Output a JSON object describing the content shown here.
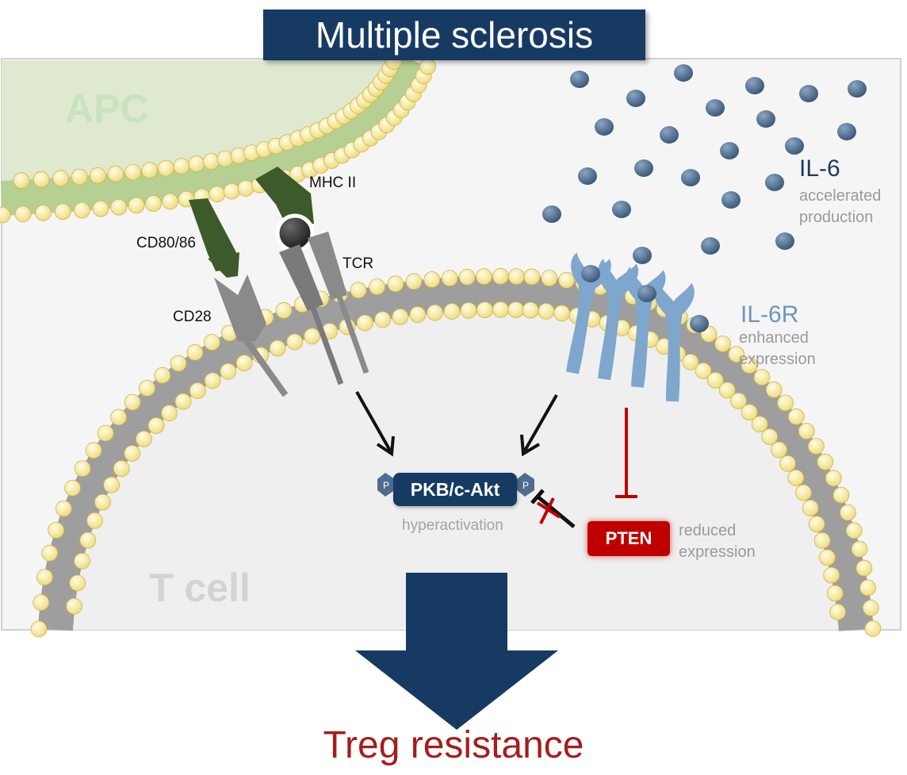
{
  "title": "Multiple sclerosis",
  "cells": {
    "apc": "APC",
    "tcell": "T cell"
  },
  "molecules": {
    "mhc": "MHC II",
    "cd80": "CD80/86",
    "tcr": "TCR",
    "cd28": "CD28",
    "il6": "IL-6",
    "il6_note": "accelerated production",
    "il6r": "IL-6R",
    "il6r_note": "enhanced expression",
    "phospho": "P"
  },
  "signaling": {
    "pkb": "PKB/c-Akt",
    "pkb_note": "hyperactivation",
    "pten": "PTEN",
    "pten_note": "reduced expression"
  },
  "outcome": "Treg resistance",
  "colors": {
    "navy": "#173a63",
    "apc_green": "#c7e4bd",
    "mhc_green": "#3d5a2a",
    "receptor_blue": "#7fa6cc",
    "il6_dot": "#4e6d8f",
    "inhibition_red": "#c00000",
    "outcome_red": "#a51d1d",
    "lipid_head": "#fff3b0"
  }
}
